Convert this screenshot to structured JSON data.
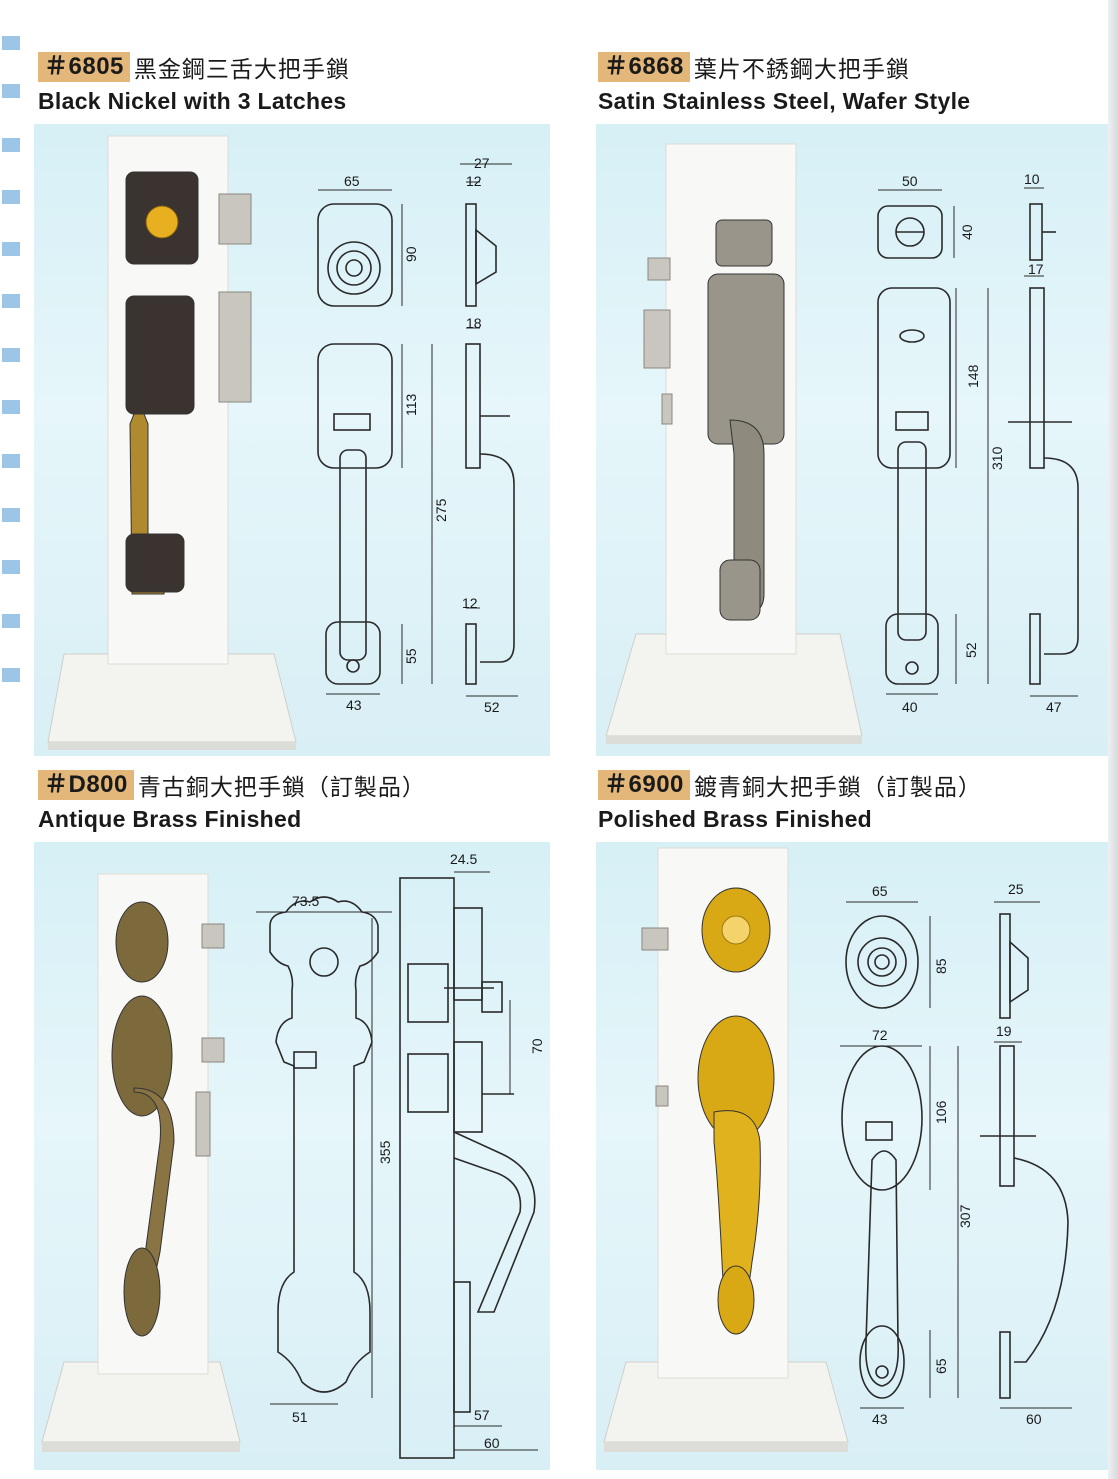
{
  "products": [
    {
      "code": "＃6805",
      "name_cn": "黑金鋼三舌大把手鎖",
      "name_en": "Black Nickel with 3 Latches",
      "finish_color": "#b08a2e",
      "plate_color": "#3a3330",
      "dimensions": [
        "65",
        "90",
        "27",
        "12",
        "18",
        "113",
        "275",
        "12",
        "55",
        "43",
        "52"
      ]
    },
    {
      "code": "＃6868",
      "name_cn": "葉片不銹鋼大把手鎖",
      "name_en": "Satin Stainless Steel, Wafer Style",
      "finish_color": "#8f8a7e",
      "plate_color": "#9a958a",
      "dimensions": [
        "50",
        "40",
        "10",
        "17",
        "148",
        "310",
        "52",
        "40",
        "47"
      ]
    },
    {
      "code": "＃D800",
      "name_cn": "青古銅大把手鎖（訂製品）",
      "name_en": "Antique Brass Finished",
      "finish_color": "#8a7444",
      "plate_color": "#7d6a3c",
      "dimensions": [
        "73.5",
        "24.5",
        "70",
        "355",
        "51",
        "57",
        "60"
      ]
    },
    {
      "code": "＃6900",
      "name_cn": "鍍青銅大把手鎖（訂製品）",
      "name_en": "Polished Brass Finished",
      "finish_color": "#e0b21e",
      "plate_color": "#d9a915",
      "dimensions": [
        "65",
        "85",
        "25",
        "72",
        "19",
        "106",
        "307",
        "65",
        "43",
        "60"
      ]
    }
  ],
  "colors": {
    "code_badge": "#e3b77a",
    "panel_background": "#dcf2f7",
    "edge_marks": "#9cc6e8"
  }
}
